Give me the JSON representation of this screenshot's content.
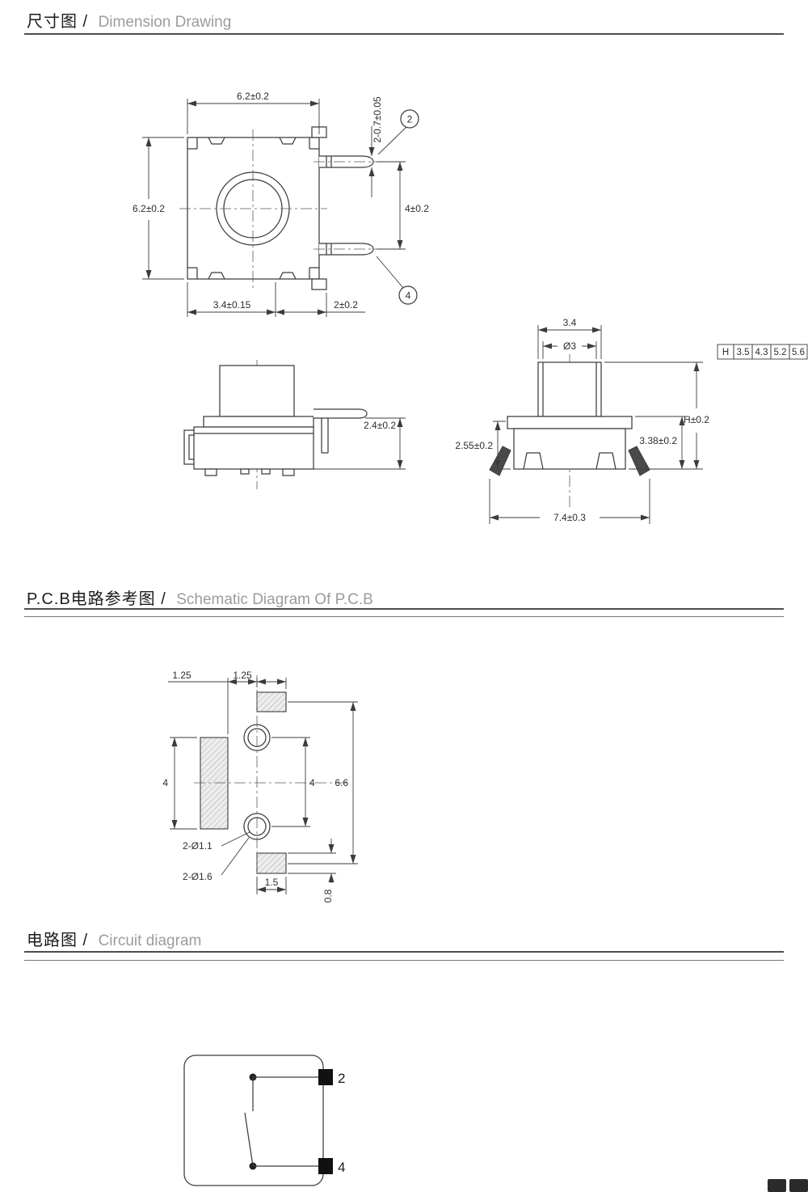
{
  "headers": {
    "dimension": {
      "zh": "尺寸图 /",
      "en": "Dimension Drawing"
    },
    "pcb": {
      "zh": "P.C.B电路参考图 /",
      "en": "Schematic Diagram Of P.C.B"
    },
    "circuit": {
      "zh": "电路图 /",
      "en": "Circuit diagram"
    }
  },
  "top_view": {
    "width": "6.2±0.2",
    "height": "6.2±0.2",
    "pin_width": "2-0.7±0.05",
    "pin_pitch": "4±0.2",
    "offset": "3.4±0.15",
    "pin_length": "2±0.2",
    "callout_2": "2",
    "callout_4": "4"
  },
  "side_view": {
    "pin_height": "2.4±0.2"
  },
  "front_view": {
    "stem_width": "3.4",
    "stem_dia": "Ø3",
    "height": "H±0.2",
    "body_height": "3.38±0.2",
    "base_height": "2.55±0.2",
    "total_width": "7.4±0.3",
    "h_table": {
      "label": "H",
      "v1": "3.5",
      "v2": "4.3",
      "v3": "5.2",
      "v4": "5.6"
    }
  },
  "pcb_view": {
    "pitch_left": "1.25",
    "pitch_right": "1.25",
    "pad_height": "4",
    "hole_pitch": "4",
    "overall": "6.6",
    "hole_small": "2-Ø1.1",
    "hole_large": "2-Ø1.6",
    "pad_width": "1.5",
    "pad_h2": "0.8"
  },
  "circuit_view": {
    "pin2": "2",
    "pin4": "4"
  }
}
